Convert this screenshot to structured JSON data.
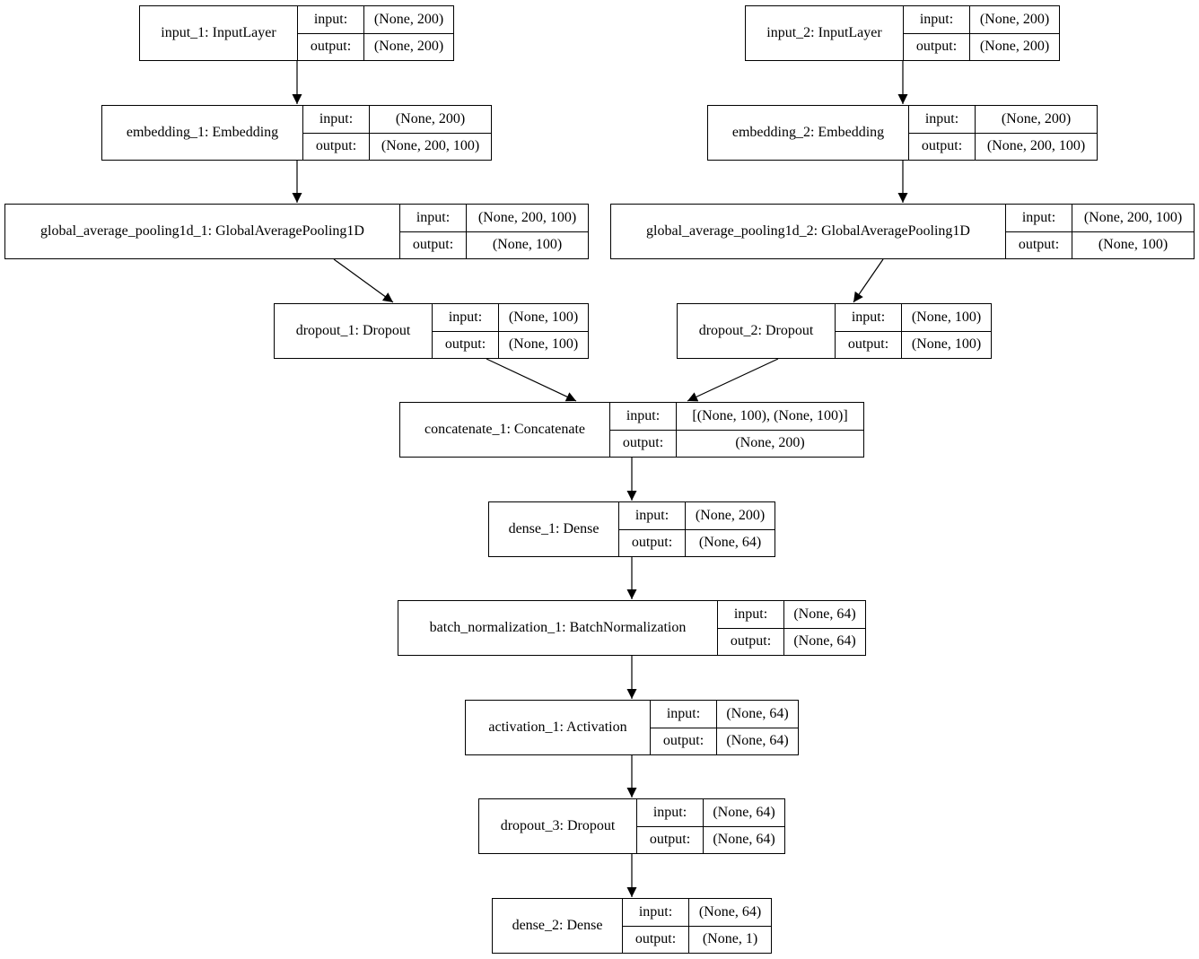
{
  "ports": {
    "input_label": "input:",
    "output_label": "output:"
  },
  "layers": [
    {
      "id": "input_1",
      "name": "input_1: InputLayer",
      "input": "(None, 200)",
      "output": "(None, 200)"
    },
    {
      "id": "input_2",
      "name": "input_2: InputLayer",
      "input": "(None, 200)",
      "output": "(None, 200)"
    },
    {
      "id": "embedding_1",
      "name": "embedding_1: Embedding",
      "input": "(None, 200)",
      "output": "(None, 200, 100)"
    },
    {
      "id": "embedding_2",
      "name": "embedding_2: Embedding",
      "input": "(None, 200)",
      "output": "(None, 200, 100)"
    },
    {
      "id": "gap_1",
      "name": "global_average_pooling1d_1: GlobalAveragePooling1D",
      "input": "(None, 200, 100)",
      "output": "(None, 100)"
    },
    {
      "id": "gap_2",
      "name": "global_average_pooling1d_2: GlobalAveragePooling1D",
      "input": "(None, 200, 100)",
      "output": "(None, 100)"
    },
    {
      "id": "dropout_1",
      "name": "dropout_1: Dropout",
      "input": "(None, 100)",
      "output": "(None, 100)"
    },
    {
      "id": "dropout_2",
      "name": "dropout_2: Dropout",
      "input": "(None, 100)",
      "output": "(None, 100)"
    },
    {
      "id": "concatenate_1",
      "name": "concatenate_1: Concatenate",
      "input": "[(None, 100), (None, 100)]",
      "output": "(None, 200)"
    },
    {
      "id": "dense_1",
      "name": "dense_1: Dense",
      "input": "(None, 200)",
      "output": "(None, 64)"
    },
    {
      "id": "batch_normalization_1",
      "name": "batch_normalization_1: BatchNormalization",
      "input": "(None, 64)",
      "output": "(None, 64)"
    },
    {
      "id": "activation_1",
      "name": "activation_1: Activation",
      "input": "(None, 64)",
      "output": "(None, 64)"
    },
    {
      "id": "dropout_3",
      "name": "dropout_3: Dropout",
      "input": "(None, 64)",
      "output": "(None, 64)"
    },
    {
      "id": "dense_2",
      "name": "dense_2: Dense",
      "input": "(None, 64)",
      "output": "(None, 1)"
    }
  ],
  "edges": [
    [
      "input_1",
      "embedding_1"
    ],
    [
      "input_2",
      "embedding_2"
    ],
    [
      "embedding_1",
      "gap_1"
    ],
    [
      "embedding_2",
      "gap_2"
    ],
    [
      "gap_1",
      "dropout_1"
    ],
    [
      "gap_2",
      "dropout_2"
    ],
    [
      "dropout_1",
      "concatenate_1"
    ],
    [
      "dropout_2",
      "concatenate_1"
    ],
    [
      "concatenate_1",
      "dense_1"
    ],
    [
      "dense_1",
      "batch_normalization_1"
    ],
    [
      "batch_normalization_1",
      "activation_1"
    ],
    [
      "activation_1",
      "dropout_3"
    ],
    [
      "dropout_3",
      "dense_2"
    ]
  ]
}
